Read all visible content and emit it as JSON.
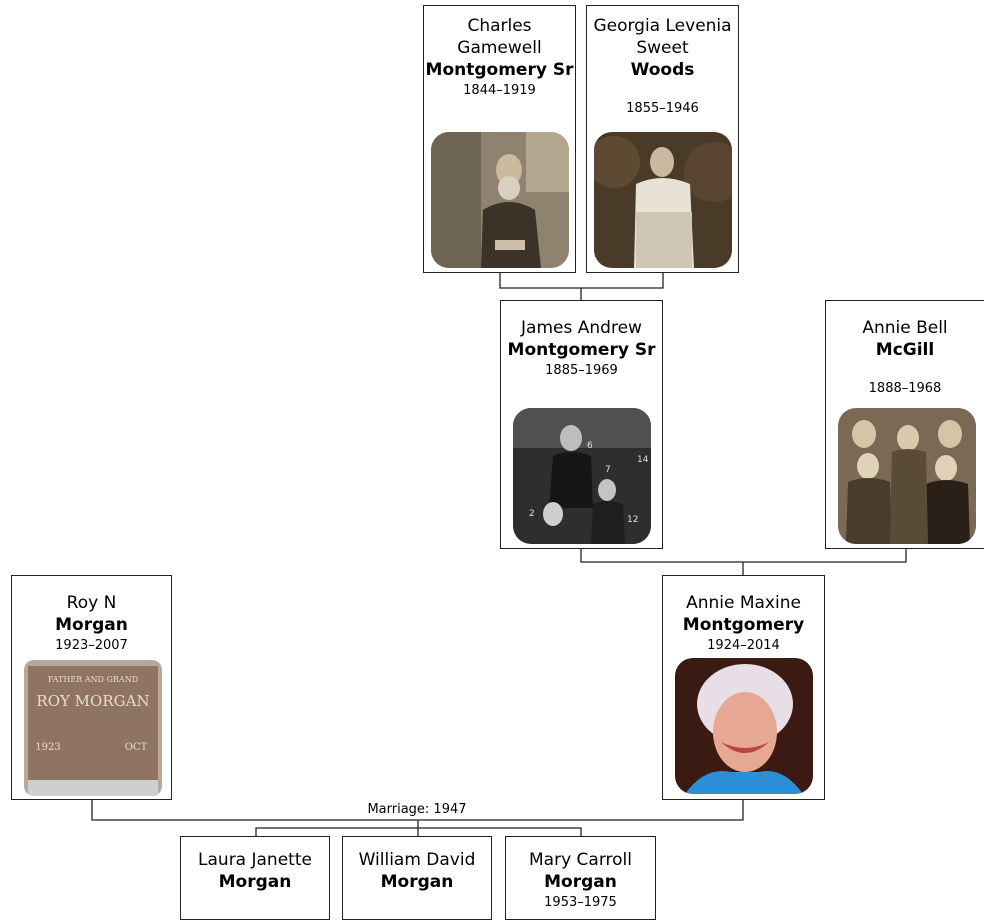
{
  "people": {
    "charles": {
      "given": "Charles Gamewell",
      "surname": "Montgomery Sr",
      "dates": "1844–1919",
      "photo": "sepia-portrait-seated-bearded-man"
    },
    "georgia": {
      "given": "Georgia Levenia Sweet",
      "surname": "Woods",
      "dates": "1855–1946",
      "photo": "sepia-portrait-standing-woman"
    },
    "james": {
      "given": "James Andrew",
      "surname": "Montgomery Sr",
      "dates": "1885–1969",
      "photo": "bw-group-portrait-numbered"
    },
    "annie_bell": {
      "given": "Annie Bell",
      "surname": "McGill",
      "dates": "1888–1968",
      "photo": "sepia-family-group-portrait"
    },
    "roy": {
      "given": "Roy N",
      "surname": "Morgan",
      "dates": "1923–2007",
      "photo": "grave-marker-photo"
    },
    "maxine": {
      "given": "Annie Maxine",
      "surname": "Montgomery",
      "dates": "1924–2014",
      "photo": "color-portrait-smiling-woman"
    },
    "laura": {
      "given": "Laura Janette",
      "surname": "Morgan",
      "dates": ""
    },
    "william": {
      "given": "William David",
      "surname": "Morgan",
      "dates": ""
    },
    "mary": {
      "given": "Mary Carroll",
      "surname": "Morgan",
      "dates": "1953–1975"
    }
  },
  "grave_marker": {
    "line1": "FATHER AND GRAND",
    "name": "ROY MORGAN",
    "left": "1923",
    "right": "OCT"
  },
  "photo_labels": [
    "6",
    "7",
    "14",
    "2",
    "12"
  ],
  "marriage": "Marriage: 1947",
  "colors": {
    "border": "#222222",
    "line": "#222222",
    "sepia": "#8a7a62",
    "blue": "#2a8fd6"
  }
}
